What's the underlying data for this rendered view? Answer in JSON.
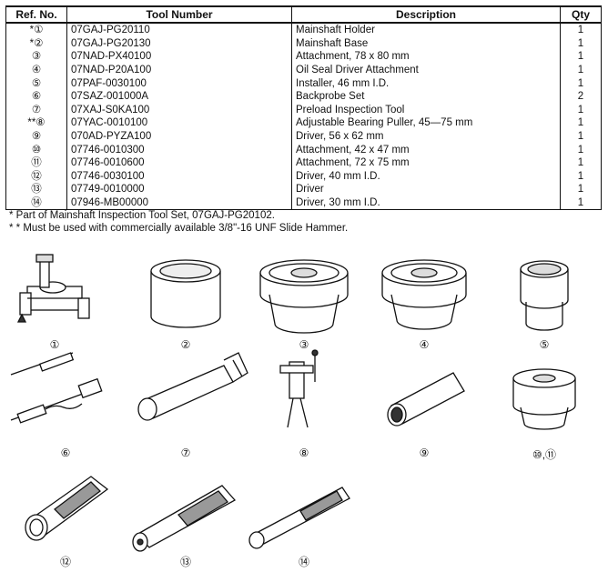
{
  "table": {
    "headers": [
      "Ref. No.",
      "Tool Number",
      "Description",
      "Qty"
    ],
    "rows": [
      {
        "ref": "*①",
        "number": "07GAJ-PG20110",
        "description": "Mainshaft Holder",
        "qty": "1"
      },
      {
        "ref": "*②",
        "number": "07GAJ-PG20130",
        "description": "Mainshaft Base",
        "qty": "1"
      },
      {
        "ref": "③",
        "number": "07NAD-PX40100",
        "description": "Attachment, 78 x 80 mm",
        "qty": "1"
      },
      {
        "ref": "④",
        "number": "07NAD-P20A100",
        "description": "Oil Seal Driver Attachment",
        "qty": "1"
      },
      {
        "ref": "⑤",
        "number": "07PAF-0030100",
        "description": "Installer, 46 mm I.D.",
        "qty": "1"
      },
      {
        "ref": "⑥",
        "number": "07SAZ-001000A",
        "description": "Backprobe Set",
        "qty": "2"
      },
      {
        "ref": "⑦",
        "number": "07XAJ-S0KA100",
        "description": "Preload Inspection Tool",
        "qty": "1"
      },
      {
        "ref": "**⑧",
        "number": "07YAC-0010100",
        "description": "Adjustable Bearing Puller, 45—75 mm",
        "qty": "1"
      },
      {
        "ref": "⑨",
        "number": "070AD-PYZA100",
        "description": "Driver, 56 x 62 mm",
        "qty": "1"
      },
      {
        "ref": "⑩",
        "number": "07746-0010300",
        "description": "Attachment, 42 x 47 mm",
        "qty": "1"
      },
      {
        "ref": "⑪",
        "number": "07746-0010600",
        "description": "Attachment, 72 x 75 mm",
        "qty": "1"
      },
      {
        "ref": "⑫",
        "number": "07746-0030100",
        "description": "Driver, 40 mm I.D.",
        "qty": "1"
      },
      {
        "ref": "⑬",
        "number": "07749-0010000",
        "description": "Driver",
        "qty": "1"
      },
      {
        "ref": "⑭",
        "number": "07946-MB00000",
        "description": "Driver, 30 mm I.D.",
        "qty": "1"
      }
    ]
  },
  "notes": [
    "*    Part of Mainshaft Inspection Tool Set, 07GAJ-PG20102.",
    "* * Must be used with commercially available 3/8\"-16 UNF Slide Hammer."
  ],
  "figure_labels": [
    "①",
    "②",
    "③",
    "④",
    "⑤",
    "⑥",
    "⑦",
    "⑧",
    "⑨",
    "⑩,⑪",
    "⑫",
    "⑬",
    "⑭"
  ]
}
